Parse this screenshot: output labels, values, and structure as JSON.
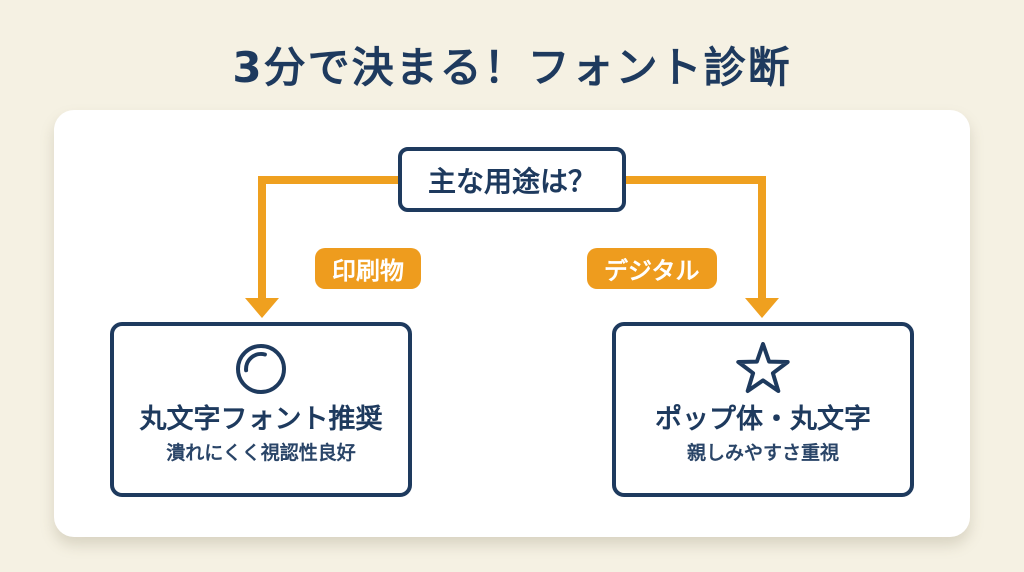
{
  "page": {
    "title": "3分で決まる！フォント診断"
  },
  "colors": {
    "background": "#F5F1E3",
    "card": "#FFFFFF",
    "navy": "#1E3A5E",
    "orange_arrow": "#EFA01F",
    "orange_badge": "#EE9C1E"
  },
  "diagram": {
    "question": "主な用途は？",
    "branches": [
      {
        "id": "print",
        "badge": "印刷物",
        "icon": "circle-icon",
        "title": "丸文字フォント推奨",
        "subtitle": "潰れにくく視認性良好"
      },
      {
        "id": "digital",
        "badge": "デジタル",
        "icon": "star-icon",
        "title": "ポップ体・丸文字",
        "subtitle": "親しみやすさ重視"
      }
    ]
  }
}
